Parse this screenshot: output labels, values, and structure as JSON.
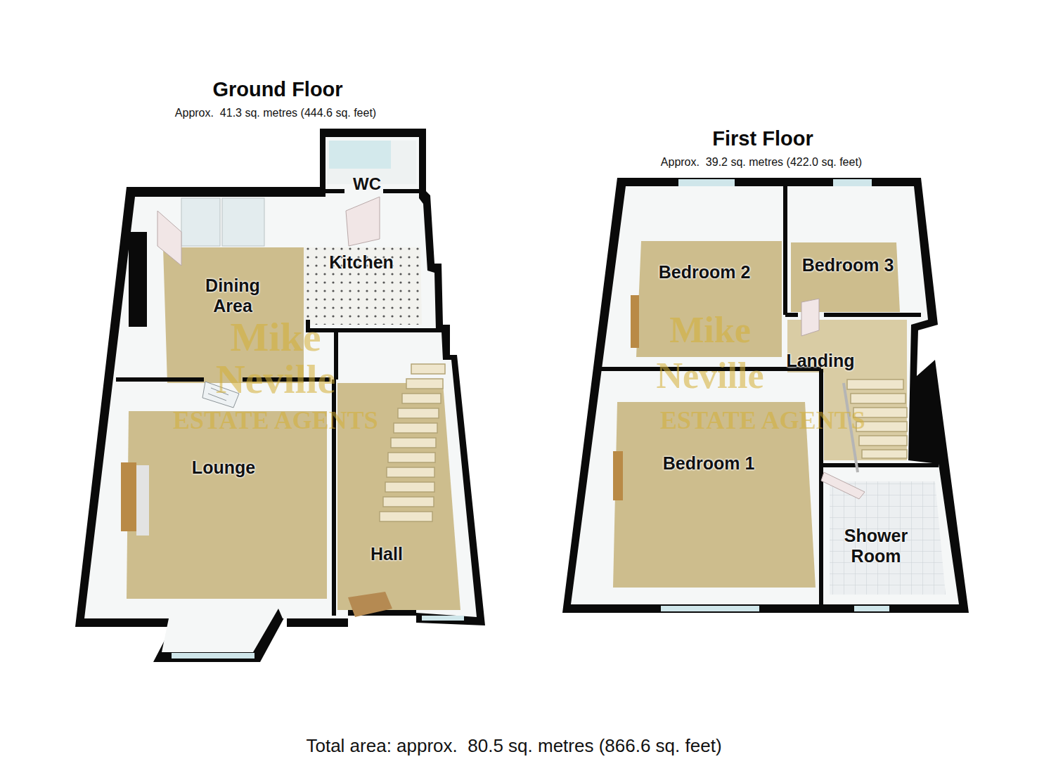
{
  "diagram": {
    "caption": "Total area: approx.  80.5 sq. metres (866.6 sq. feet)",
    "nodes": [
      {
        "text": [
          "Ground Floor",
          "Approx.  41.3 sq. metres (444.6 sq. feet)"
        ]
      },
      {
        "text": [
          "WC"
        ],
        "in": 0
      },
      {
        "text": [
          "Dining Area"
        ],
        "in": 0
      },
      {
        "text": [
          "Kitchen"
        ],
        "in": 0
      },
      {
        "text": [
          "Lounge"
        ],
        "in": 0
      },
      {
        "text": [
          "Hall"
        ],
        "in": 0
      },
      {
        "text": [
          "First Floor",
          "Approx.  39.2 sq. metres (422.0 sq. feet)"
        ]
      },
      {
        "text": [
          "Bedroom 2"
        ],
        "in": 6
      },
      {
        "text": [
          "Bedroom 3"
        ],
        "in": 6
      },
      {
        "text": [
          "Landing"
        ],
        "in": 6
      },
      {
        "text": [
          "Bedroom 1"
        ],
        "in": 6
      },
      {
        "text": [
          "Shower Room"
        ],
        "in": 6
      }
    ],
    "labels": [
      "Mike",
      "Neville",
      "ESTATE AGENTS",
      "Mike",
      "Neville",
      "ESTATE AGENTS"
    ]
  }
}
